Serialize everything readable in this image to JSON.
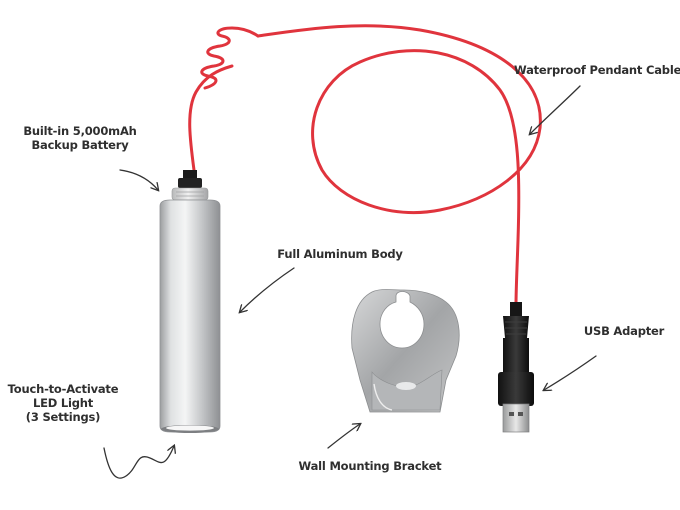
{
  "callouts": {
    "battery": [
      "Built-in 5,000mAh",
      "Backup Battery"
    ],
    "cable": "Waterproof Pendant Cable",
    "body": "Full Aluminum Body",
    "usb": "USB Adapter",
    "light": [
      "Touch-to-Activate",
      "LED Light",
      "(3 Settings)"
    ],
    "bracket": "Wall Mounting Bracket"
  },
  "colors": {
    "cable": "#e0343d",
    "aluminum": "#c9cbcd",
    "steel": "#a7a9aa",
    "plug": "#1d1d1d",
    "ink": "#2f2f2f"
  }
}
